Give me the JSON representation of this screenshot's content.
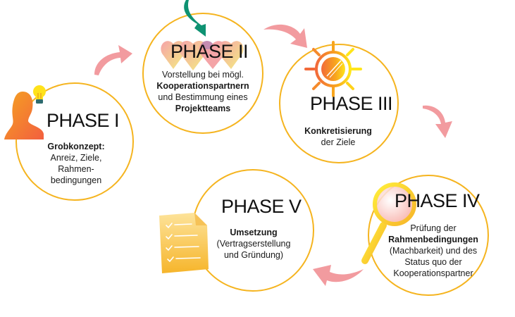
{
  "diagram": {
    "type": "process-cycle",
    "accent_colors": {
      "circle_border": "#f5b41f",
      "arrow": "#f29b9f",
      "icon_orange": "#f07f2c",
      "icon_yellow": "#ffe21a",
      "icon_green": "#0e9272"
    },
    "phases": [
      {
        "id": "phase-1",
        "title": "PHASE I",
        "icon": "person-lightbulb-icon",
        "lines": [
          {
            "text": "Grobkonzept:",
            "bold": true
          },
          {
            "text": "Anreiz, Ziele,",
            "bold": false
          },
          {
            "text": "Rahmen-",
            "bold": false
          },
          {
            "text": "bedingungen",
            "bold": false
          }
        ]
      },
      {
        "id": "phase-2",
        "title": "PHASE II",
        "icon": "hearts-arrow-icon",
        "lines": [
          {
            "text": "Vorstellung bei mögl.",
            "bold": false
          },
          {
            "text": "Kooperationspartnern",
            "bold": true
          },
          {
            "text": "und Bestimmung eines",
            "bold": false
          },
          {
            "text": "Projektteams",
            "bold": true
          }
        ]
      },
      {
        "id": "phase-3",
        "title": "PHASE III",
        "icon": "sun-icon",
        "lines": [
          {
            "text": "Konkretisierung",
            "bold": true
          },
          {
            "text": "der Ziele",
            "bold": false
          }
        ]
      },
      {
        "id": "phase-4",
        "title": "PHASE IV",
        "icon": "magnifying-glass-icon",
        "lines": [
          {
            "text": "Prüfung der",
            "bold": false
          },
          {
            "text": "Rahmenbedingungen",
            "bold": true
          },
          {
            "text": "(Machbarkeit) und des",
            "bold": false
          },
          {
            "text": "Status quo der",
            "bold": false
          },
          {
            "text": "Kooperationspartner",
            "bold": false
          }
        ]
      },
      {
        "id": "phase-5",
        "title": "PHASE V",
        "icon": "checklist-document-icon",
        "lines": [
          {
            "text": "Umsetzung",
            "bold": true
          },
          {
            "text": "(Vertragserstellung",
            "bold": false
          },
          {
            "text": "und Gründung)",
            "bold": false
          }
        ]
      }
    ],
    "connections": [
      {
        "from": "phase-1",
        "to": "phase-2"
      },
      {
        "from": "phase-2",
        "to": "phase-3"
      },
      {
        "from": "phase-3",
        "to": "phase-4"
      },
      {
        "from": "phase-4",
        "to": "phase-5"
      }
    ]
  }
}
